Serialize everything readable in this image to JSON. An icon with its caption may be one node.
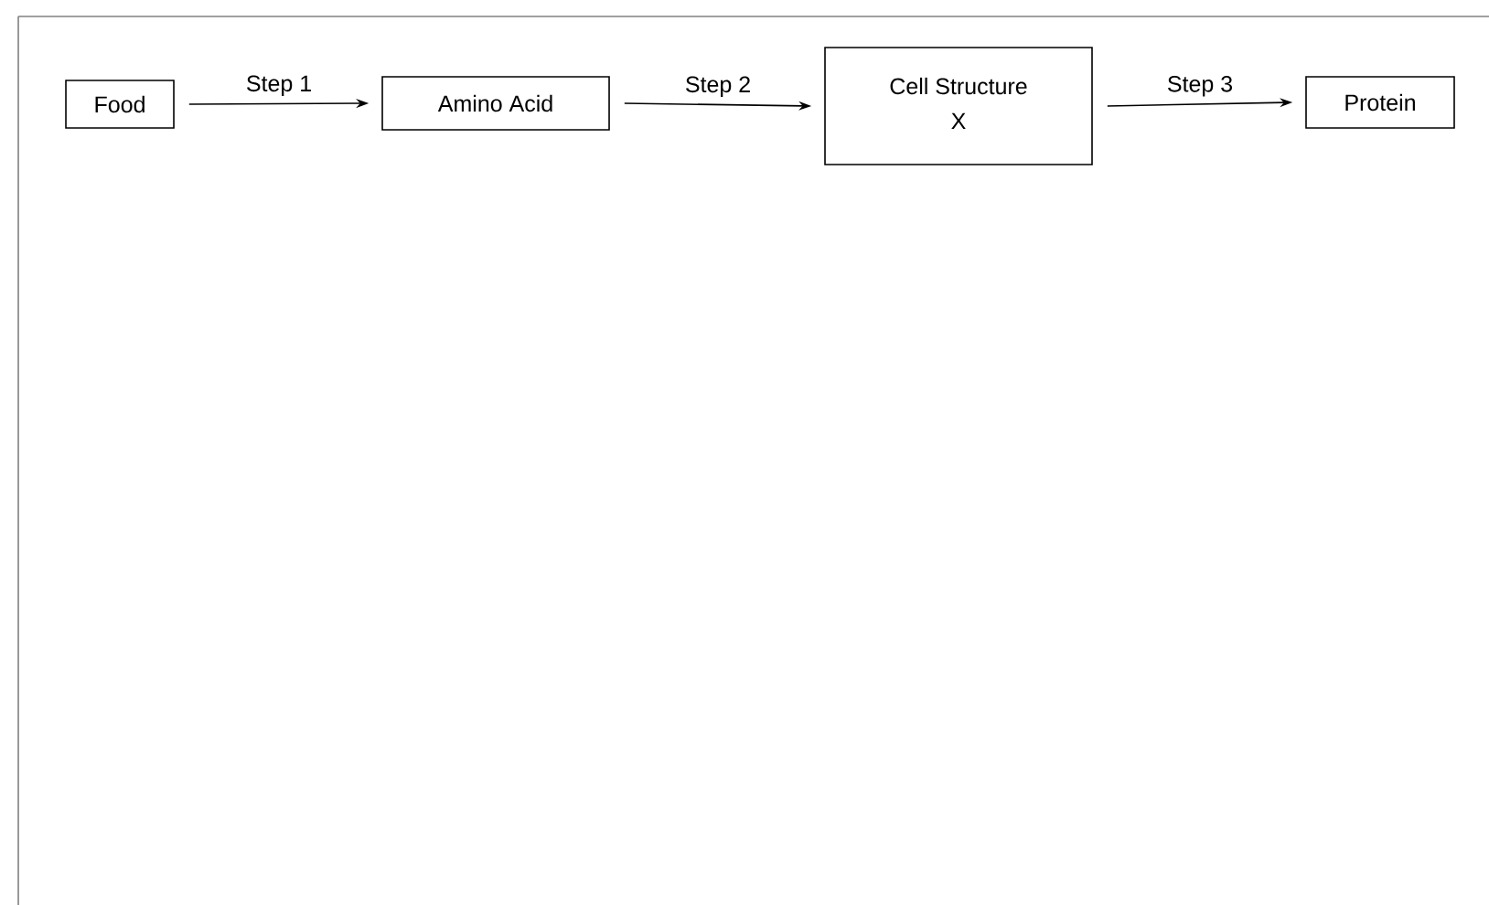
{
  "diagram": {
    "nodes": [
      {
        "text": [
          "Food"
        ]
      },
      {
        "text": [
          "Amino Acid"
        ]
      },
      {
        "text": [
          "Cell Structure",
          "X"
        ]
      },
      {
        "text": [
          "Protein"
        ]
      }
    ],
    "edges": [
      {
        "from": 0,
        "to": 1,
        "arrow": "to",
        "label": "Step 1"
      },
      {
        "from": 1,
        "to": 2,
        "arrow": "to",
        "label": "Step 2"
      },
      {
        "from": 2,
        "to": 3,
        "arrow": "to",
        "label": "Step 3"
      }
    ]
  }
}
